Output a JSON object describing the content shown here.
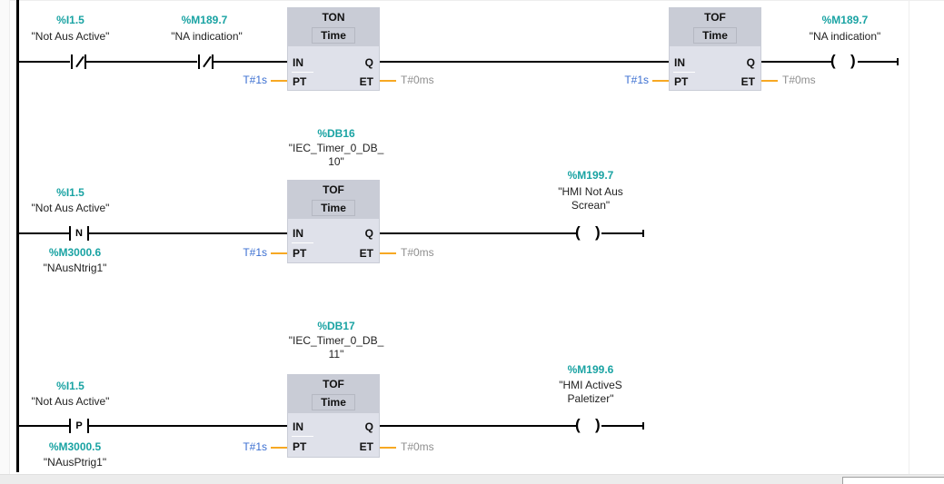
{
  "networks": [
    {
      "contacts": [
        {
          "type": "normally-closed",
          "address": "%I1.5",
          "symbol": "\"Not Aus Active\""
        },
        {
          "type": "normally-closed",
          "address": "%M189.7",
          "symbol": "\"NA indication\""
        }
      ],
      "blocks": [
        {
          "type": "TON",
          "data_type": "Time",
          "pins": {
            "in": "IN",
            "pt": "PT",
            "q": "Q",
            "et": "ET"
          },
          "pt_value": "T#1s",
          "et_value": "T#0ms"
        },
        {
          "type": "TOF",
          "data_type": "Time",
          "pins": {
            "in": "IN",
            "pt": "PT",
            "q": "Q",
            "et": "ET"
          },
          "pt_value": "T#1s",
          "et_value": "T#0ms"
        }
      ],
      "coil": {
        "address": "%M189.7",
        "symbol": "\"NA indication\""
      }
    },
    {
      "instance": {
        "address": "%DB16",
        "symbol_line1": "\"IEC_Timer_0_DB_",
        "symbol_line2": "10\""
      },
      "contact": {
        "type": "negative-edge",
        "letter": "N",
        "address": "%I1.5",
        "symbol": "\"Not Aus Active\"",
        "edge_address": "%M3000.6",
        "edge_symbol": "\"NAusNtrig1\""
      },
      "block": {
        "type": "TOF",
        "data_type": "Time",
        "pins": {
          "in": "IN",
          "pt": "PT",
          "q": "Q",
          "et": "ET"
        },
        "pt_value": "T#1s",
        "et_value": "T#0ms"
      },
      "coil": {
        "address": "%M199.7",
        "symbol_line1": "\"HMI Not Aus",
        "symbol_line2": "Screan\""
      }
    },
    {
      "instance": {
        "address": "%DB17",
        "symbol_line1": "\"IEC_Timer_0_DB_",
        "symbol_line2": "11\""
      },
      "contact": {
        "type": "positive-edge",
        "letter": "P",
        "address": "%I1.5",
        "symbol": "\"Not Aus Active\"",
        "edge_address": "%M3000.5",
        "edge_symbol": "\"NAusPtrig1\""
      },
      "block": {
        "type": "TOF",
        "data_type": "Time",
        "pins": {
          "in": "IN",
          "pt": "PT",
          "q": "Q",
          "et": "ET"
        },
        "pt_value": "T#1s",
        "et_value": "T#0ms"
      },
      "coil": {
        "address": "%M199.6",
        "symbol_line1": "\"HMI ActiveS",
        "symbol_line2": "Paletizer\""
      }
    }
  ],
  "colors": {
    "address": "#1aa3a3",
    "param_in": "#3b6fd1",
    "param_out": "#8f8f8f",
    "wire_param": "#f7a823"
  }
}
